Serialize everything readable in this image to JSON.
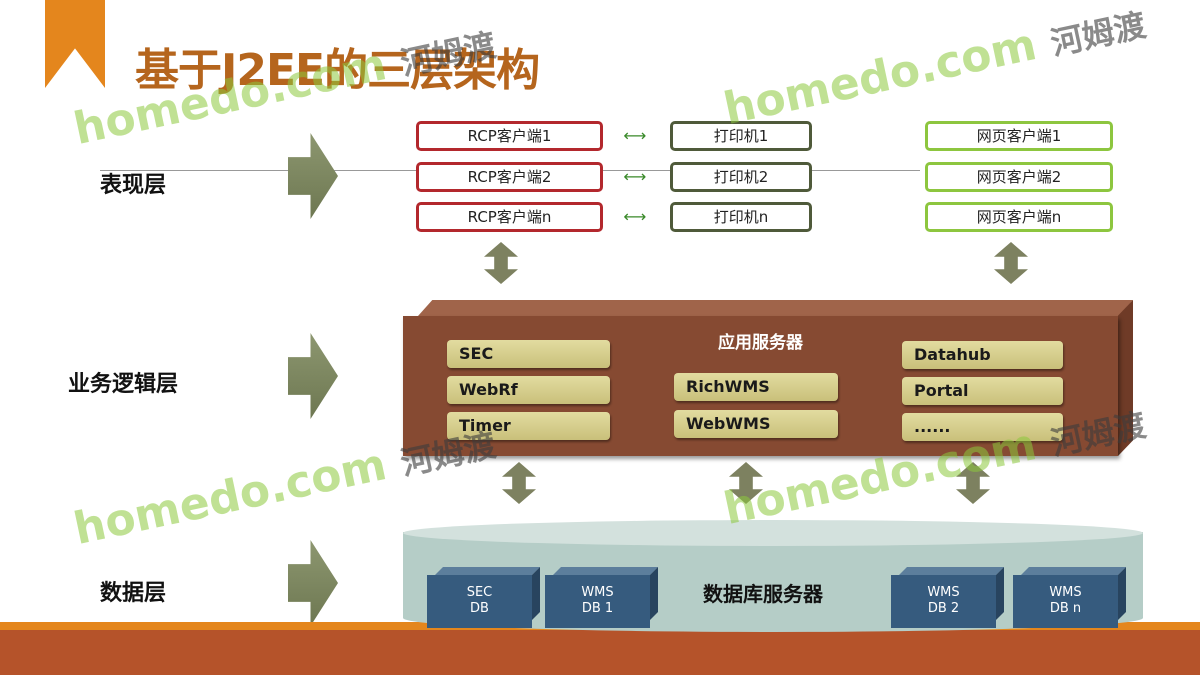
{
  "title": "基于J2EE的三层架构",
  "layers": {
    "presentation": "表现层",
    "business": "业务逻辑层",
    "data": "数据层"
  },
  "rcp_clients": [
    "RCP客户端1",
    "RCP客户端2",
    "RCP客户端n"
  ],
  "printers": [
    "打印机1",
    "打印机2",
    "打印机n"
  ],
  "web_clients": [
    "网页客户端1",
    "网页客户端2",
    "网页客户端n"
  ],
  "app_server": {
    "title": "应用服务器",
    "col1": [
      "SEC",
      "WebRf",
      "Timer"
    ],
    "col2": [
      "RichWMS",
      "WebWMS"
    ],
    "col3": [
      "Datahub",
      "Portal",
      "......"
    ]
  },
  "db_server": {
    "title": "数据库服务器",
    "dbs": [
      {
        "l1": "SEC",
        "l2": "DB"
      },
      {
        "l1": "WMS",
        "l2": "DB 1"
      },
      {
        "l1": "WMS",
        "l2": "DB 2"
      },
      {
        "l1": "WMS",
        "l2": "DB n"
      }
    ]
  },
  "watermark": {
    "brand": "homedo.com",
    "cn": "河姆渡"
  },
  "colors": {
    "accent": "#e4861d",
    "title": "#b5651d",
    "app": "#864a32",
    "db": "#365b7e"
  }
}
